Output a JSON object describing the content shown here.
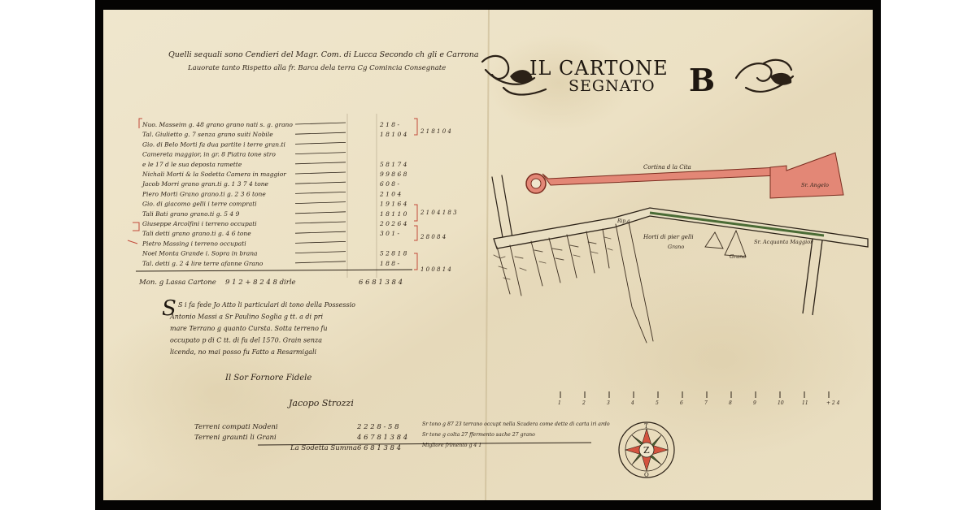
{
  "title": {
    "line1": "IL CARTONE",
    "line2": "SEGNATO",
    "letter": "B"
  },
  "header_note": {
    "line1": "Quelli sequali sono Cendieri del Magr. Com. di Lucca Secondo ch gli e Carrona",
    "line2": "Lauorate tanto Rispetto alla fr. Barca dela terra Cg Comincia Consegnate"
  },
  "map_labels": {
    "cortina": "Cortina d la Cita",
    "bastion": "Sr. Angelo",
    "field": "Horti di pier gelli",
    "road": "Rip.a",
    "grano": "Grano",
    "lower_right": "Sr. Acquanta Maggior"
  },
  "ledger_rows": [
    {
      "text": "Nuo. Masseim g. 48 grano grano nati s. g. grano",
      "value": "2 1 8 -"
    },
    {
      "text": "Tal. Giulietto g. 7 senza grano suiti Nobile",
      "value": "1 8 1 0 4"
    },
    {
      "text": "Gio. di Belo Morti fa dua partite i terre gran.ti",
      "value": ""
    },
    {
      "text": "Camereta maggior, in gr. 8 Piatra tone stro",
      "value": ""
    },
    {
      "text": "e le 17 d le sua deposta ramette",
      "value": "5 8 1 7 4"
    },
    {
      "text": "Nichali Morti & la Sodetta Camera in maggior",
      "value": "9 9 8 6 8"
    },
    {
      "text": "Jacob Morri grano gran.ti g. 1 3 7 4 tone",
      "value": "6 0 8 -"
    },
    {
      "text": "Piero Morti Grano grano.ti g. 2 3 6 tone",
      "value": "2 1 0 4"
    },
    {
      "text": "Gio. di giacomo gelli i terre comprati",
      "value": "1 9 1 6 4"
    },
    {
      "text": "Tali Bati grano grano.ti g. 5 4 9",
      "value": "1 8 1 1 0"
    },
    {
      "text": "Giuseppe Arcolfini i terreno occupati",
      "value": "2 0 2 6 4"
    },
    {
      "text": "Tali detti grano grano.ti g. 4 6 tone",
      "value": "3 0 1 -"
    },
    {
      "text": "Pietro Massing i terreno occupati",
      "value": ""
    },
    {
      "text": "Noel Monta Grande i. Sopra in brana",
      "value": "5 2 8 1 8"
    },
    {
      "text": "Tal. detti g. 2 4 lire terre afanne Grano",
      "value": "1 8 8 -"
    }
  ],
  "ledger_side": [
    "2 1 8 1 0 4",
    "2 1 0 4 1 8 3",
    "2 8 0 8 4",
    "1 0 0 8 1 4"
  ],
  "ledger_total": {
    "label": "Mon. g Lassa Cartone",
    "amount": "9 1 2 + 8 2 4 8 dirle",
    "sum": "6 6 8 1 3 8 4"
  },
  "note_lines": [
    "S i fa fede Jo Atto li particulari di tono della Possessio",
    "Antonio Massi a Sr Paulino Soglia g tt. a di pri",
    "mare Terrano g quanto Cursta. Sotta terreno fu",
    "occupato p di C tt. di fu del 1570. Grain senza",
    "licenda, no mai posso fu Fatto a Resarmigali"
  ],
  "signature1": "Il Sor Fornore Fidele",
  "signature2": "Jacopo Strozzi",
  "bottom_rows": [
    {
      "label": "Terreni compati Nodeni",
      "amount": "2 2 2 8 - 5 8",
      "note": "Sr tono g 87 23 terrano occupt nella Scudera come dette di carta iri ardo"
    },
    {
      "label": "Terreni graunti li Grani",
      "amount": "4 6 7 8 1 3 8 4",
      "note": "Sr tone g colta 27 ffermento sache 27 grano"
    },
    {
      "label": "La Sodetta Summa",
      "amount": "6 6 8 1 3 8 4",
      "note": "Migliore frimento g 4 1"
    }
  ],
  "scale_ticks": [
    "1",
    "2",
    "3",
    "4",
    "5",
    "6",
    "7",
    "8",
    "9",
    "10",
    "11",
    "+ 2 4"
  ],
  "compass": {
    "north": "T",
    "south": "O",
    "center_mark": "Z"
  },
  "colors": {
    "paper": "#ede2c6",
    "ink": "#2b2117",
    "wash_red": "#e38776",
    "wash_green": "#4a6b35",
    "frame": "#050403"
  }
}
